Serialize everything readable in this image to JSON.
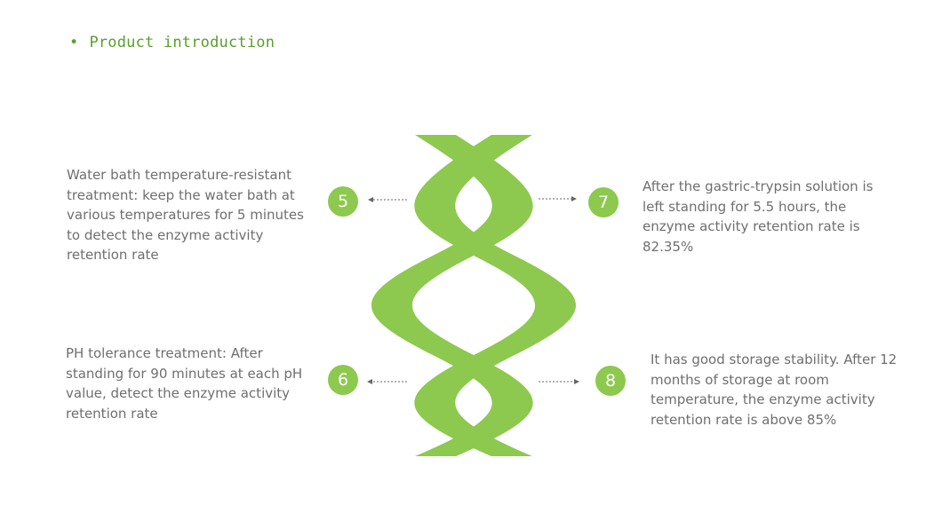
{
  "header": {
    "bullet": "•",
    "title": "Product introduction"
  },
  "items": [
    {
      "number": "5",
      "text": "Water bath temperature-resistant treatment: keep the water bath at various temperatures for 5 minutes to detect the enzyme activity retention rate"
    },
    {
      "number": "6",
      "text": "PH tolerance treatment: After standing for 90 minutes at each pH value, detect the enzyme activity retention rate"
    },
    {
      "number": "7",
      "text": "After the gastric-trypsin solution is left standing for 5.5 hours, the enzyme activity retention rate is 82.35%"
    },
    {
      "number": "8",
      "text": "It has good storage stability. After 12 months of storage at room temperature, the enzyme activity retention rate is above 85%"
    }
  ],
  "colors": {
    "accent": "#8cc94e",
    "header": "#5aa02c",
    "text": "#6f6f6f",
    "arrow": "#666666"
  }
}
